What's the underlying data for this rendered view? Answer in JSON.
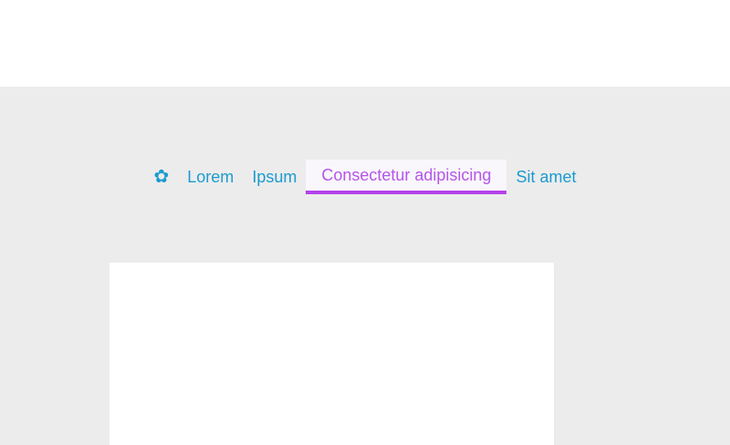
{
  "page": {
    "background_color": "#ececec",
    "top_strip_color": "#ffffff"
  },
  "nav": {
    "icon_glyph": "✿",
    "icon_color": "#1b9bd0",
    "link_color": "#1b9bd0",
    "active_text_color": "#b455e8",
    "active_underline_color": "#b542ec",
    "active_background": "#f9f7fb",
    "items": [
      {
        "label": "Lorem",
        "active": false
      },
      {
        "label": "Ipsum",
        "active": false
      },
      {
        "label": "Consectetur adipisicing",
        "active": true
      },
      {
        "label": "Sit amet",
        "active": false
      }
    ]
  },
  "content_panel": {
    "background": "#ffffff"
  }
}
